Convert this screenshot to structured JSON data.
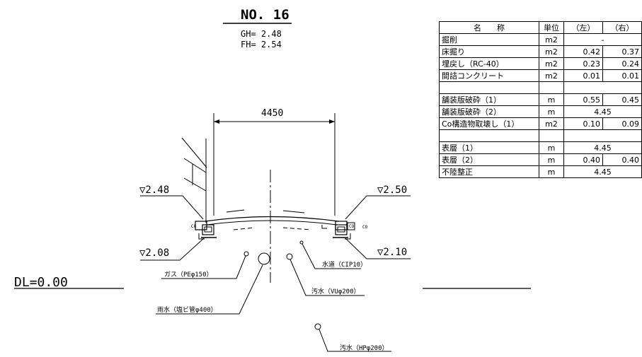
{
  "header": {
    "station": "NO. 16",
    "gh": "GH= 2.48",
    "fh": "FH= 2.54"
  },
  "section": {
    "width_dim": "4450",
    "level_left_top": "▽2.48",
    "level_right_top": "▽2.50",
    "level_left_bottom": "▽2.08",
    "level_right_bottom": "▽2.10",
    "datum": "DL=0.00",
    "co_marks": [
      "CO",
      "CO",
      "CO"
    ]
  },
  "utilities": [
    {
      "label": "ガス（PEφ150）"
    },
    {
      "label": "水道（CIP10）"
    },
    {
      "label": "汚水（VUφ200）"
    },
    {
      "label": "雨水（塩ビ管φ400）"
    },
    {
      "label": "汚水（HPφ200）"
    }
  ],
  "table": {
    "headers": [
      "名　　称",
      "単位",
      "（左）",
      "（右）"
    ],
    "rows": [
      {
        "name": "掘削",
        "unit": "m2",
        "left": "",
        "right": "",
        "merged": "-"
      },
      {
        "name": "床掘り",
        "unit": "m2",
        "left": "0.42",
        "right": "0.37"
      },
      {
        "name": "埋戻し（RC-40）",
        "unit": "m2",
        "left": "0.23",
        "right": "0.24"
      },
      {
        "name": "間詰コンクリート",
        "unit": "m2",
        "left": "0.01",
        "right": "0.01"
      },
      {
        "name": "",
        "unit": "",
        "left": "",
        "right": "",
        "blank": true
      },
      {
        "name": "舗装版破砕（1）",
        "unit": "m",
        "left": "0.55",
        "right": "0.45"
      },
      {
        "name": "舗装版破砕（2）",
        "unit": "m",
        "merged": "4.45"
      },
      {
        "name": "Co構造物取壊し（1）",
        "unit": "m2",
        "left": "0.10",
        "right": "0.09"
      },
      {
        "name": "",
        "unit": "",
        "left": "",
        "right": "",
        "blank": true
      },
      {
        "name": "表層（1）",
        "unit": "m",
        "merged": "4.45"
      },
      {
        "name": "表層（2）",
        "unit": "m",
        "left": "0.40",
        "right": "0.40"
      },
      {
        "name": "不陸整正",
        "unit": "m",
        "merged": "4.45"
      }
    ]
  }
}
